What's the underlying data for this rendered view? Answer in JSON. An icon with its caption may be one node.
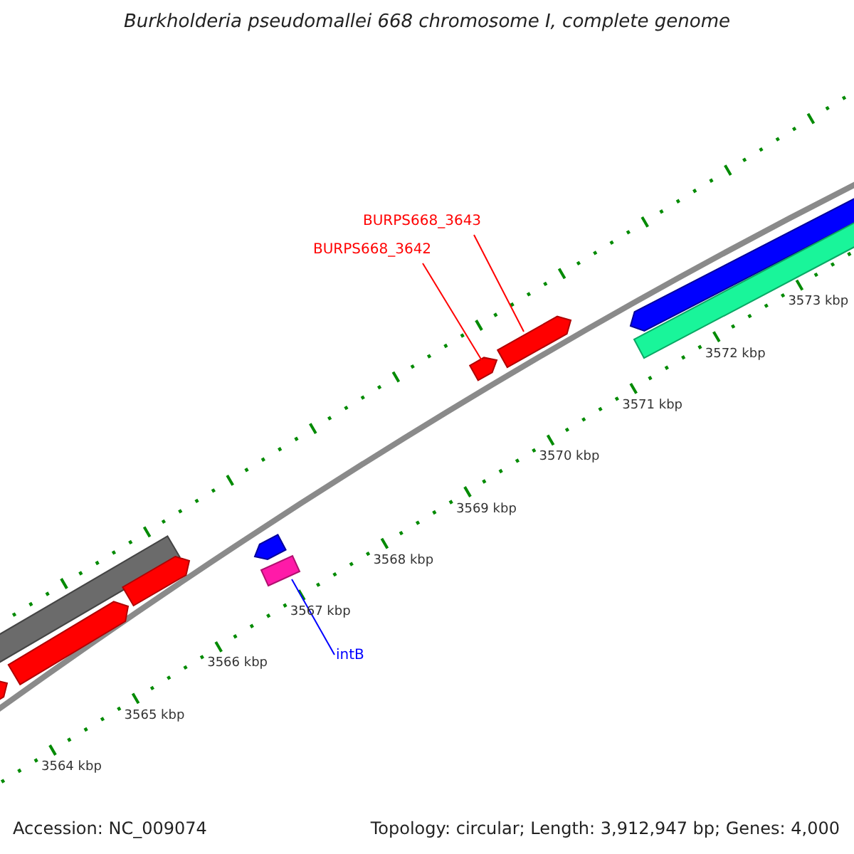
{
  "diagram": {
    "title": "Burkholderia pseudomallei 668 chromosome I, complete genome",
    "nodes": [
      {
        "text": [
          "BURPS668_3643"
        ]
      },
      {
        "text": [
          "BURPS668_3642"
        ]
      },
      {
        "text": [
          "intB"
        ]
      },
      {
        "text": [],
        "shape": "bar"
      },
      {
        "text": [],
        "shape": "bar"
      },
      {
        "text": [],
        "shape": "bar"
      },
      {
        "text": [],
        "shape": "bar"
      },
      {
        "text": [],
        "shape": "bar"
      },
      {
        "text": [],
        "shape": "bar"
      },
      {
        "text": [],
        "shape": "bar"
      },
      {
        "text": [],
        "shape": "bar"
      },
      {
        "text": [],
        "shape": "bar"
      },
      {
        "text": [],
        "shape": "bar"
      }
    ],
    "edges": [
      {
        "from": 0,
        "to": 10,
        "arrow": "none"
      },
      {
        "from": 1,
        "to": 9,
        "arrow": "none"
      },
      {
        "from": 2,
        "to": 8,
        "arrow": "none",
        "color": "#0000ff"
      }
    ],
    "labels": [
      "3573 kbp",
      "3572 kbp",
      "3571 kbp",
      "3570 kbp",
      "3569 kbp",
      "3568 kbp",
      "3567 kbp",
      "3566 kbp",
      "3565 kbp",
      "3564 kbp",
      "Accession: NC_009074",
      "Topology: circular; Length: 3,912,947 bp; Genes: 4,000"
    ]
  }
}
